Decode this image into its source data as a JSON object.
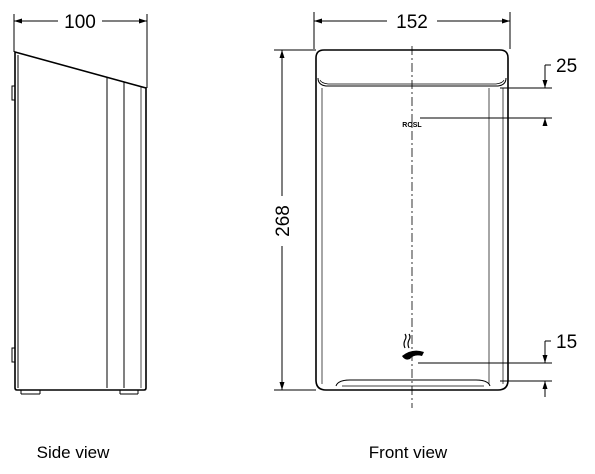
{
  "views": {
    "side": {
      "caption": "Side view",
      "width_label": "100"
    },
    "front": {
      "caption": "Front view",
      "width_label": "152",
      "height_label": "268",
      "top_offset_label": "25",
      "bottom_offset_label": "15",
      "logo_text": "ROSL"
    }
  },
  "colors": {
    "line": "#000000",
    "background": "#ffffff"
  },
  "icons": {
    "sensor": "hand-sensor-icon"
  }
}
